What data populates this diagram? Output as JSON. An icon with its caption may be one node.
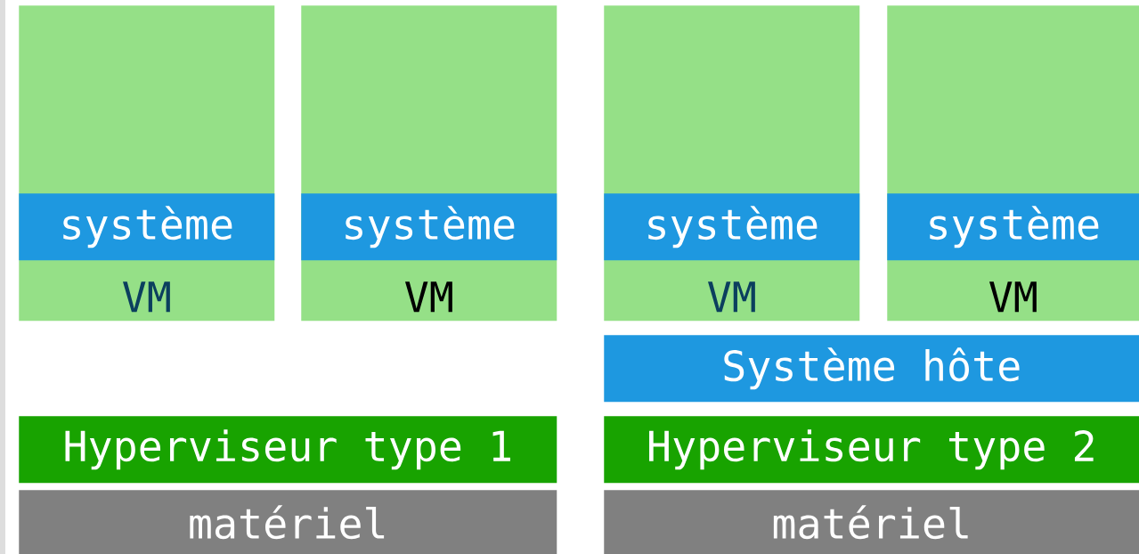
{
  "diagram": {
    "nodes": [
      {
        "text": [
          "VM"
        ]
      },
      {
        "text": [
          "système"
        ],
        "in": 0
      },
      {
        "text": [
          "VM"
        ]
      },
      {
        "text": [
          "système"
        ],
        "in": 2
      },
      {
        "text": [
          "VM"
        ]
      },
      {
        "text": [
          "système"
        ],
        "in": 4
      },
      {
        "text": [
          "VM"
        ]
      },
      {
        "text": [
          "système"
        ],
        "in": 6
      },
      {
        "text": [
          "Système hôte"
        ]
      },
      {
        "text": [
          "Hyperviseur type 1"
        ]
      },
      {
        "text": [
          "Hyperviseur type 2"
        ]
      },
      {
        "text": [
          "matériel"
        ]
      },
      {
        "text": [
          "matériel"
        ]
      }
    ]
  }
}
